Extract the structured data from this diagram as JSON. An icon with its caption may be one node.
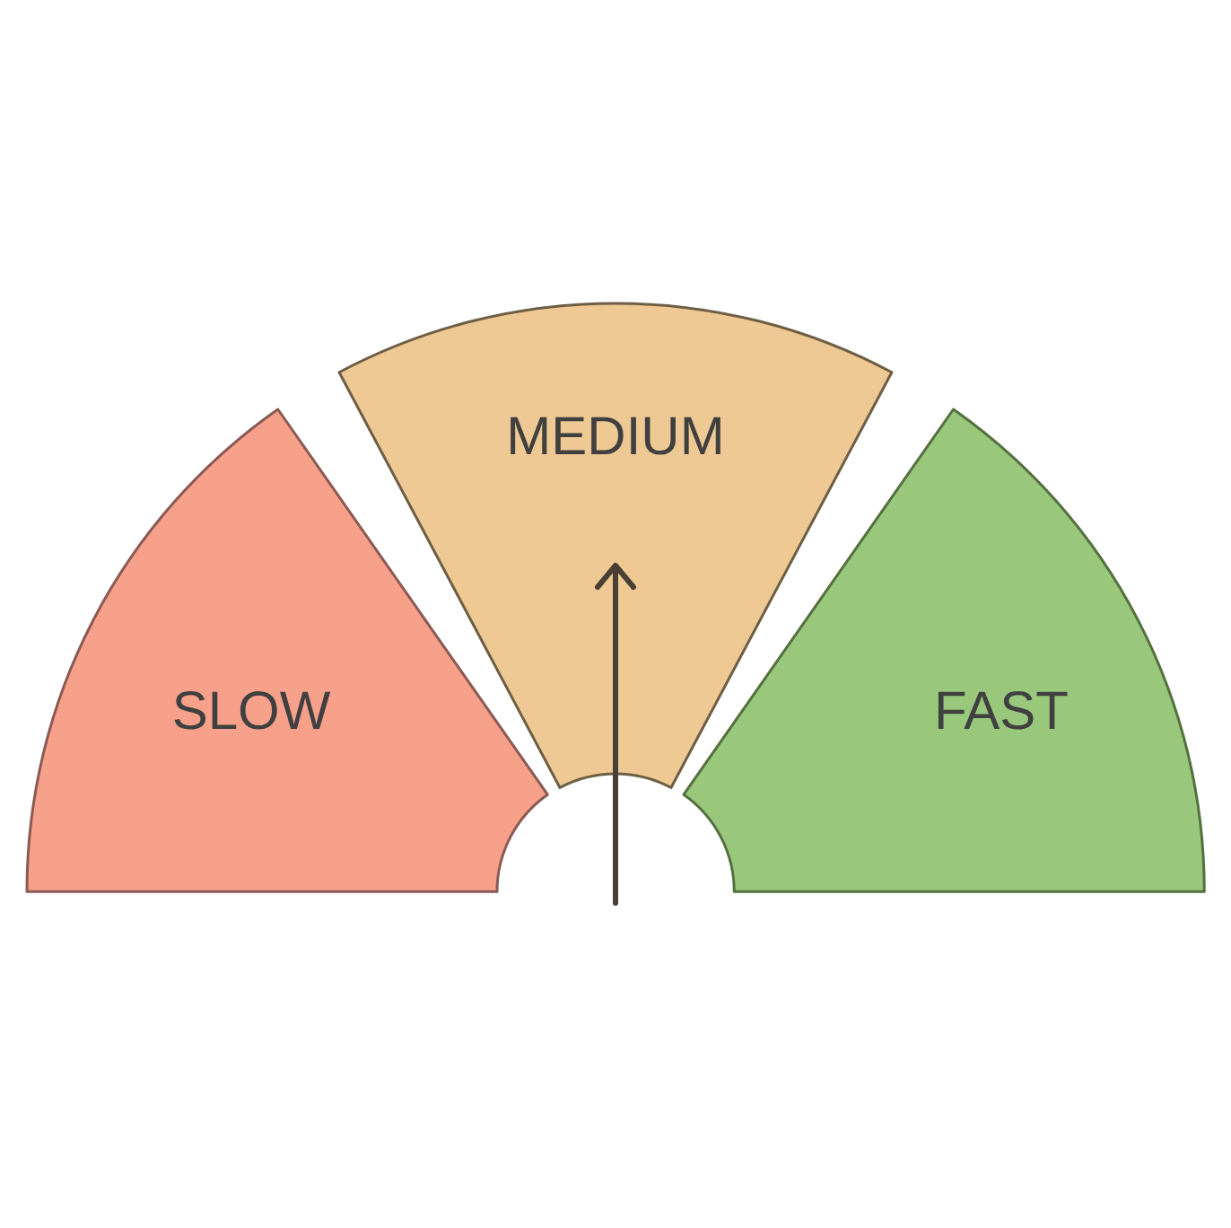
{
  "diagram": {
    "nodes": [
      {
        "text": [
          "SLOW"
        ]
      },
      {
        "text": [
          "MEDIUM"
        ]
      },
      {
        "text": [
          "FAST"
        ]
      }
    ],
    "edges": []
  }
}
